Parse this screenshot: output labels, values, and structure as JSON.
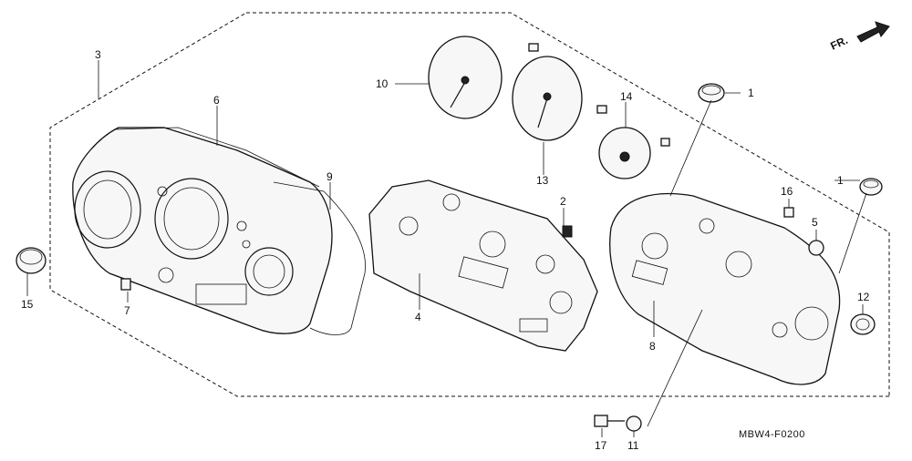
{
  "diagram": {
    "code": "MBW4-F0200",
    "direction": "FR.",
    "callouts": [
      {
        "id": "c1a",
        "text": "1"
      },
      {
        "id": "c1b",
        "text": "1"
      },
      {
        "id": "c2",
        "text": "2"
      },
      {
        "id": "c3",
        "text": "3"
      },
      {
        "id": "c4",
        "text": "4"
      },
      {
        "id": "c5",
        "text": "5"
      },
      {
        "id": "c6",
        "text": "6"
      },
      {
        "id": "c7",
        "text": "7"
      },
      {
        "id": "c8",
        "text": "8"
      },
      {
        "id": "c9",
        "text": "9"
      },
      {
        "id": "c10",
        "text": "10"
      },
      {
        "id": "c11",
        "text": "11"
      },
      {
        "id": "c12",
        "text": "12"
      },
      {
        "id": "c13",
        "text": "13"
      },
      {
        "id": "c14",
        "text": "14"
      },
      {
        "id": "c15",
        "text": "15"
      },
      {
        "id": "c16",
        "text": "16"
      },
      {
        "id": "c17",
        "text": "17"
      }
    ]
  }
}
